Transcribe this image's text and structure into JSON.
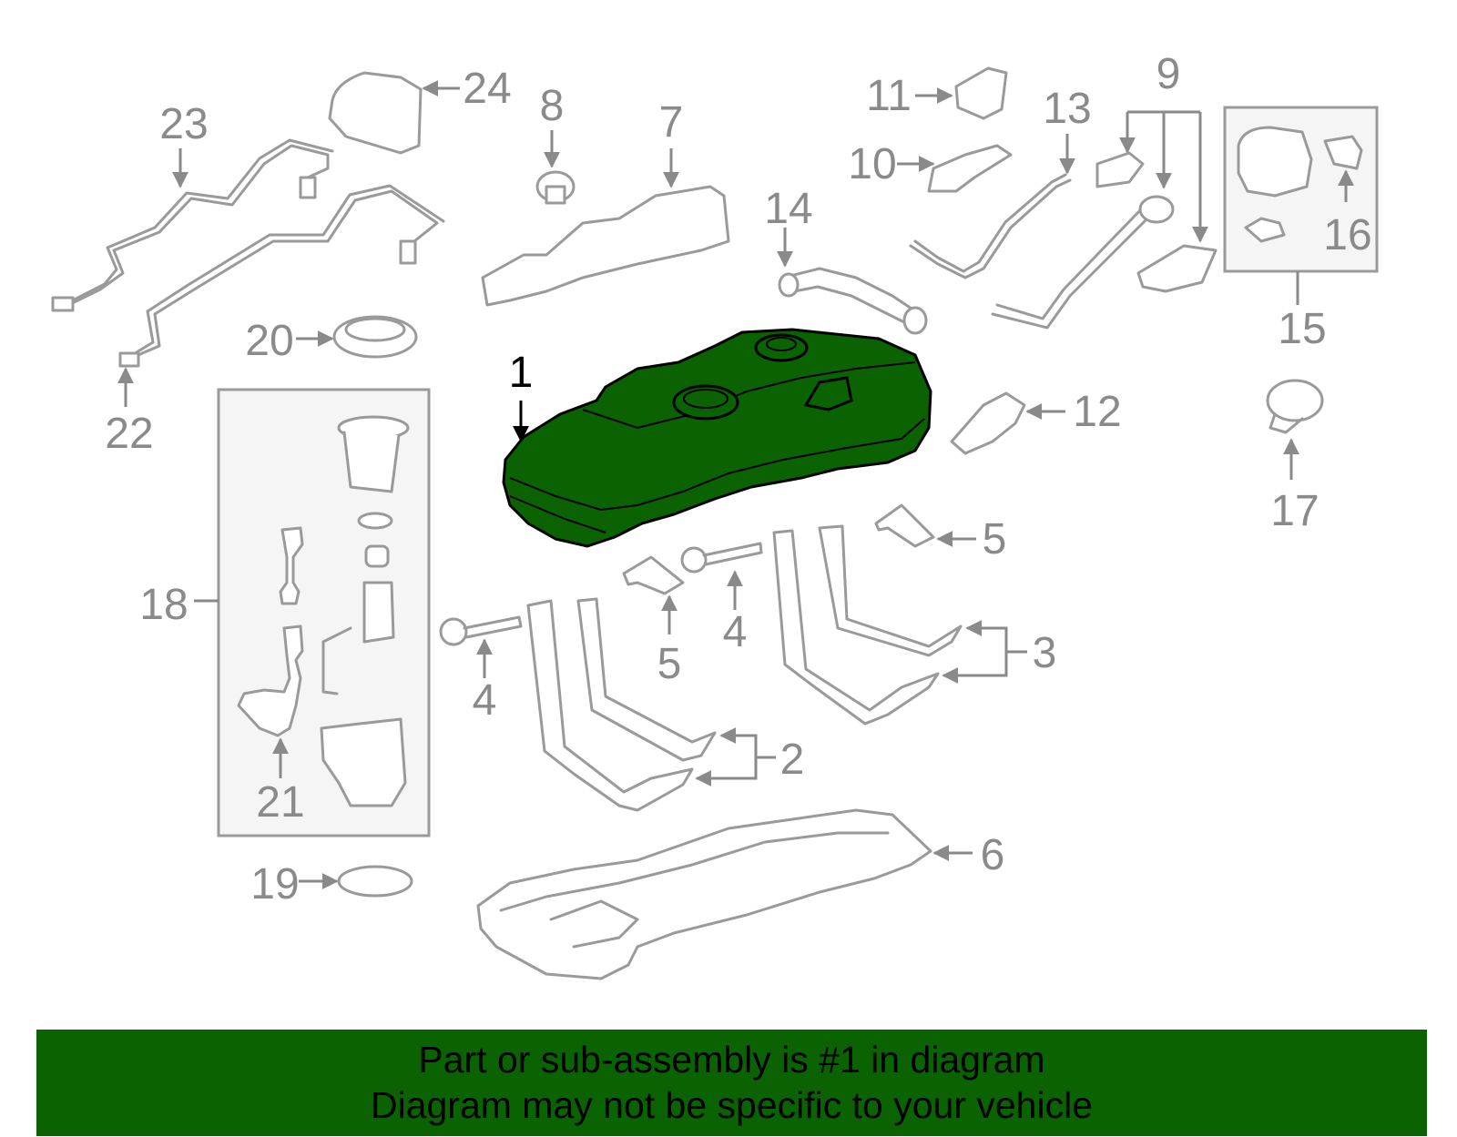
{
  "diagram": {
    "highlight_color": "#0b6200",
    "part_stroke_color": "#9a9a9a",
    "callouts": [
      "1",
      "2",
      "3",
      "4",
      "4",
      "5",
      "5",
      "6",
      "7",
      "8",
      "9",
      "10",
      "11",
      "12",
      "13",
      "14",
      "15",
      "16",
      "17",
      "18",
      "19",
      "20",
      "21",
      "22",
      "23",
      "24"
    ],
    "highlighted_part": "1"
  },
  "banner": {
    "line1": "Part or sub-assembly is #1 in diagram",
    "line2": "Diagram may not be specific to your vehicle",
    "background": "#0b6200"
  }
}
